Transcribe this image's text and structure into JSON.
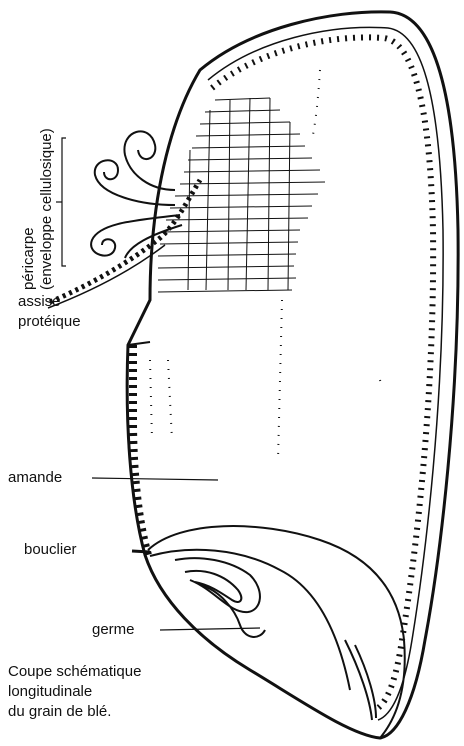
{
  "labels": {
    "pericarpe_line1": "péricarpe",
    "pericarpe_line2": "(enveloppe cellulosique)",
    "assise_line1": "assise",
    "assise_line2": "protéique",
    "amande": "amande",
    "bouclier": "bouclier",
    "germe": "germe"
  },
  "caption": {
    "line1": "Coupe schématique",
    "line2": "longitudinale",
    "line3": "du grain de blé."
  }
}
